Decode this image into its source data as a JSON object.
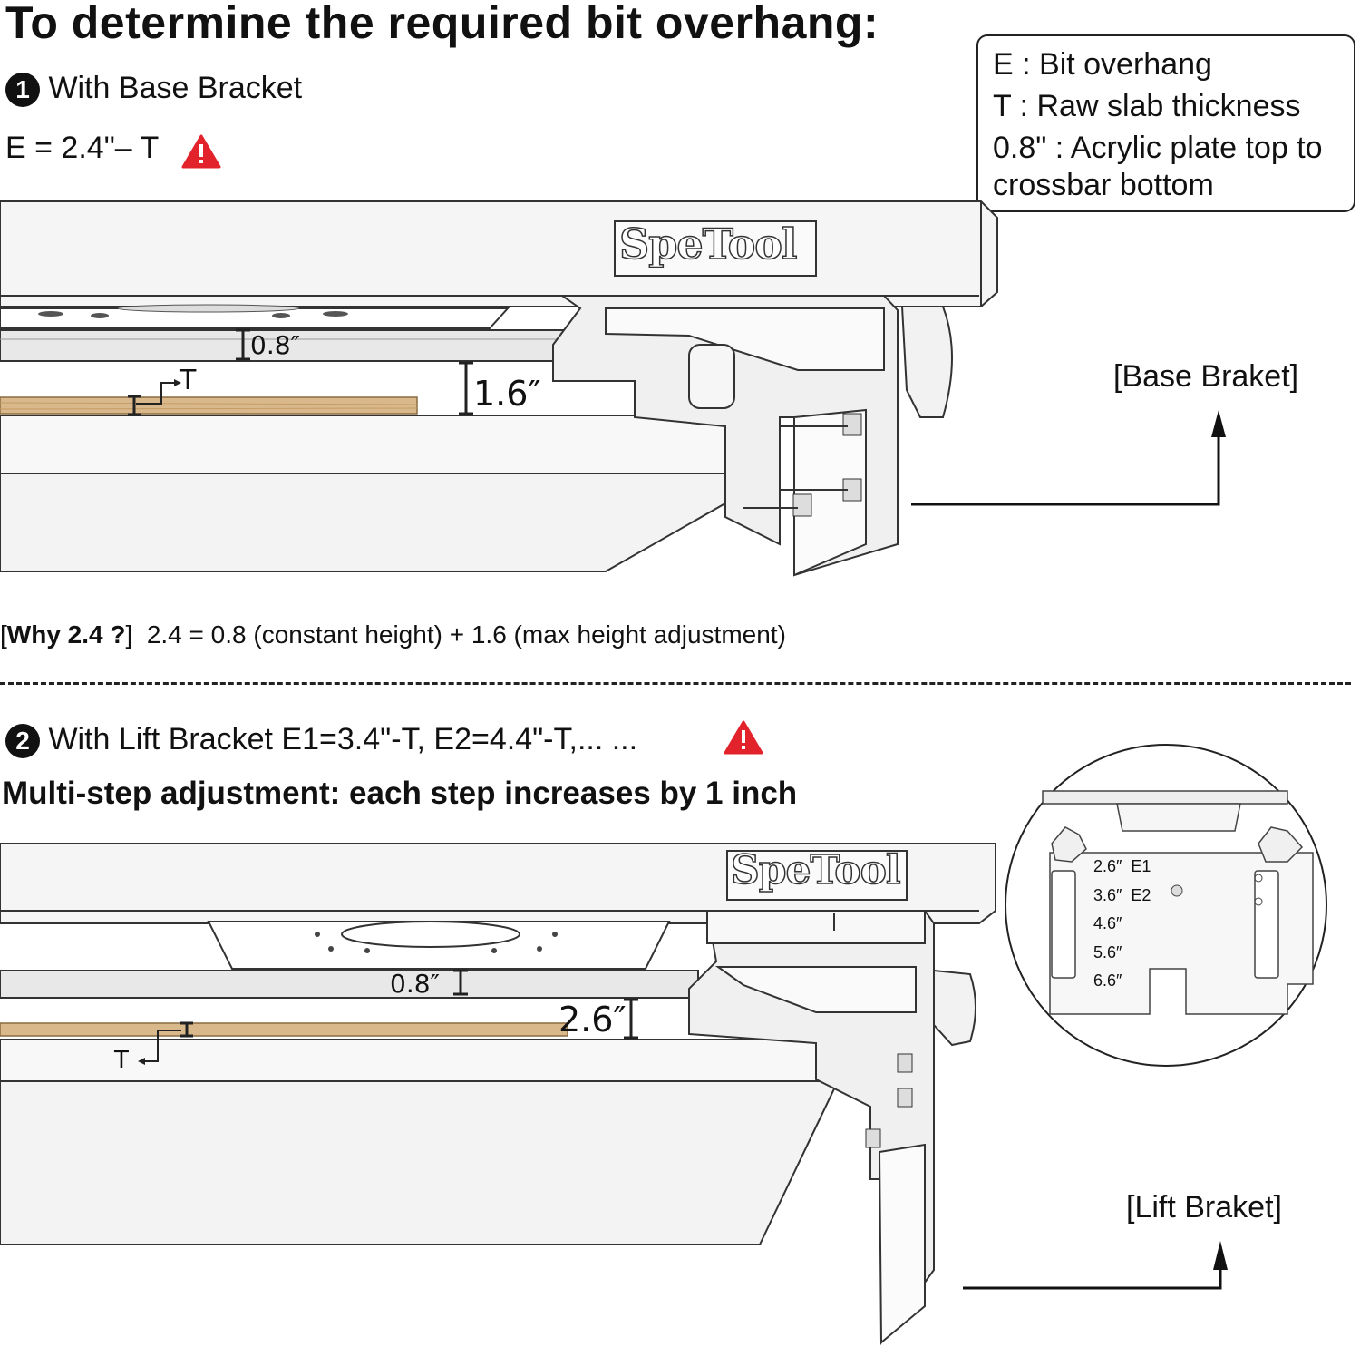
{
  "title": "To determine the required bit overhang:",
  "section1": {
    "badge": "1",
    "heading": "With Base Bracket",
    "formula": "E = 2.4\"– T",
    "warning_icon": "warning-triangle-icon"
  },
  "legend": {
    "e": "E : Bit overhang",
    "t": "T : Raw slab thickness",
    "plate_line1": "0.8\" : Acrylic plate top to",
    "plate_line2": "crossbar bottom"
  },
  "diagram1": {
    "brand": "SpeTool",
    "dim_plate": "0.8″",
    "dim_adjust": "1.6″",
    "dim_t": "T",
    "callout": "[Base Braket]"
  },
  "why": {
    "label": "Why 2.4 ?",
    "text": "2.4 = 0.8 (constant height) + 1.6 (max height adjustment)"
  },
  "section2": {
    "badge": "2",
    "heading": "With Lift Bracket E1=3.4\"-T, E2=4.4\"-T,... ...",
    "subheading": "Multi-step adjustment: each step increases by 1 inch"
  },
  "diagram2": {
    "brand": "SpeTool",
    "dim_plate": "0.8″",
    "dim_adjust": "2.6″",
    "dim_t": "T",
    "callout": "[Lift Braket]",
    "steps": [
      {
        "value": "2.6″",
        "tag": "E1"
      },
      {
        "value": "3.6″",
        "tag": "E2"
      },
      {
        "value": "4.6″",
        "tag": ""
      },
      {
        "value": "5.6″",
        "tag": ""
      },
      {
        "value": "6.6″",
        "tag": ""
      }
    ]
  },
  "colors": {
    "wood": "#d9b98c",
    "warning": "#e3232c",
    "panel": "#f2f2f2",
    "line": "#333333"
  }
}
